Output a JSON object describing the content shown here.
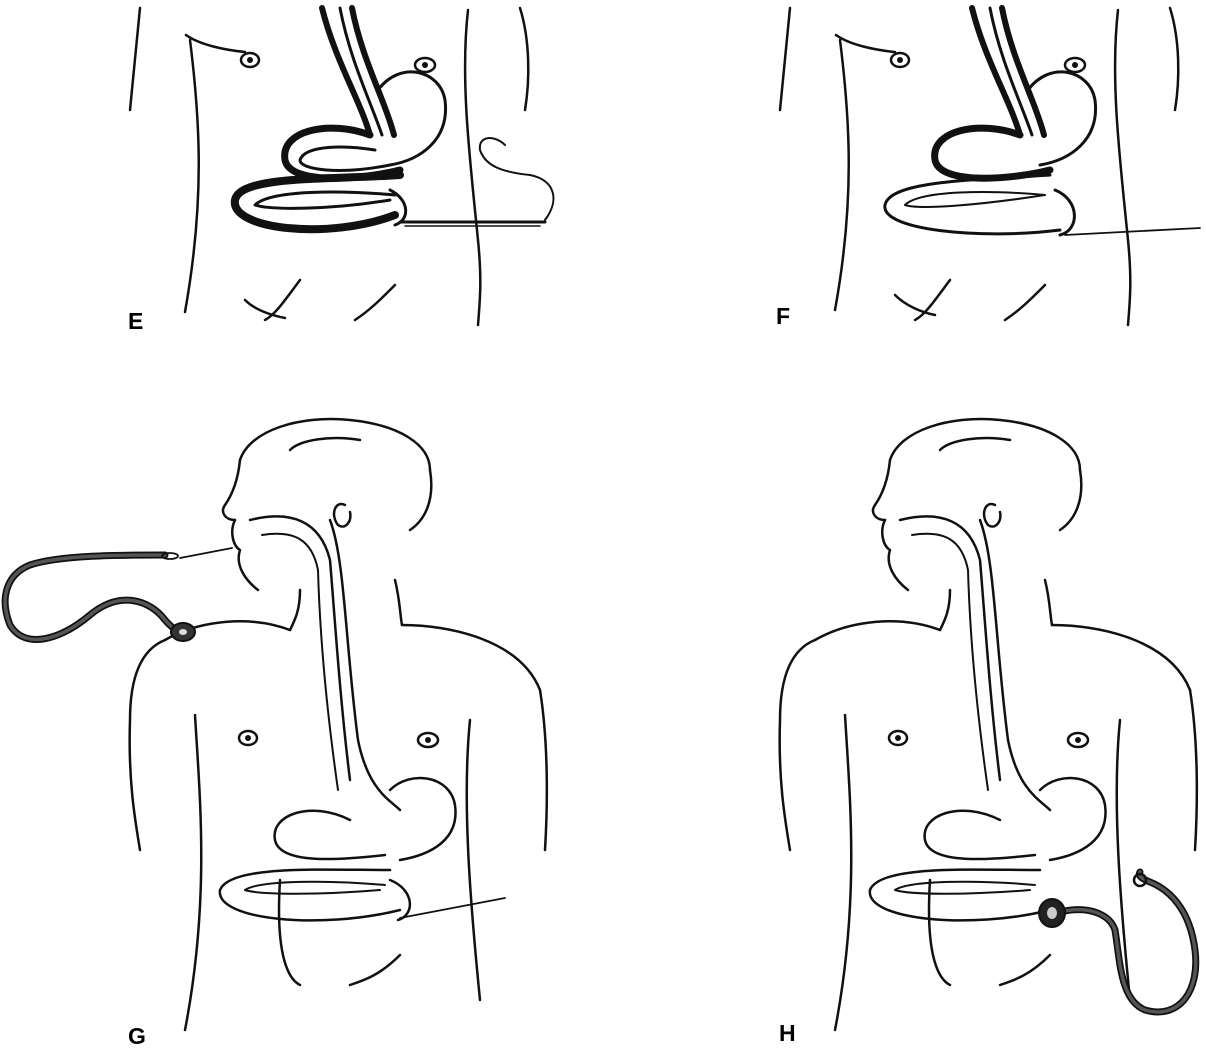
{
  "figure": {
    "panels": [
      {
        "label": "E",
        "scene": "abdomen-endoscope-with-needle-and-wire"
      },
      {
        "label": "F",
        "scene": "abdomen-wire-exiting-skin"
      },
      {
        "label": "G",
        "scene": "full-body-wire-through-mouth-with-tube"
      },
      {
        "label": "H",
        "scene": "full-body-gastrostomy-tube-placed"
      }
    ],
    "ink_color": "#111111",
    "background": "#ffffff"
  }
}
